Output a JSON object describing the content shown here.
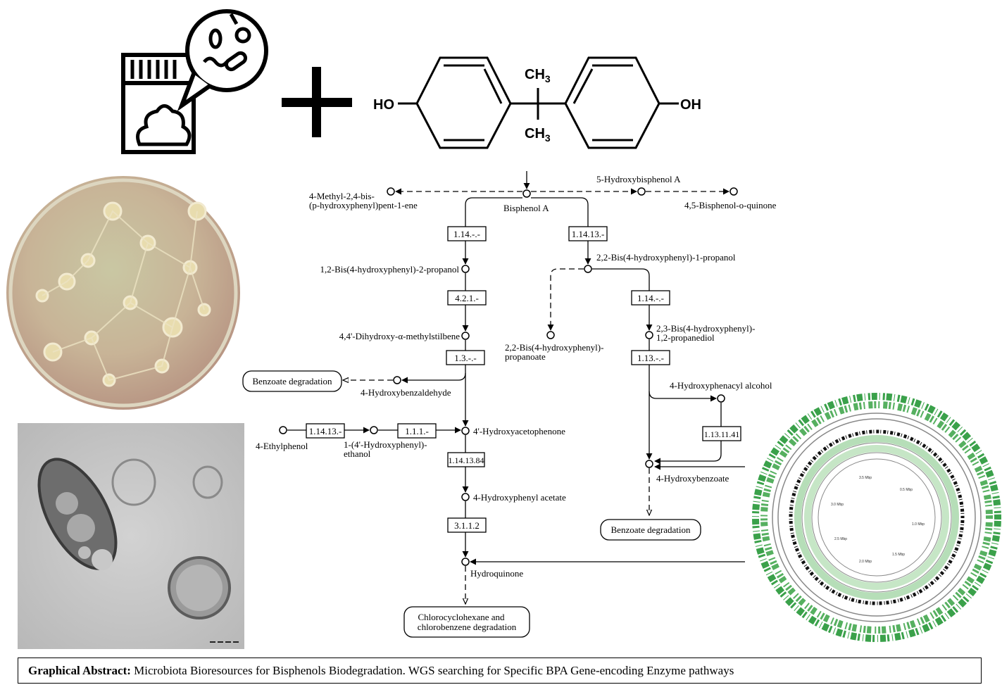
{
  "structure": {
    "left_group": "HO",
    "right_group": "OH",
    "methyl_top": "CH",
    "methyl_bottom": "CH",
    "subscript": "3"
  },
  "pathway": {
    "compounds": {
      "bisphenol_a": "Bisphenol A",
      "methyl_pentene_1": "4-Methyl-2,4-bis-",
      "methyl_pentene_2": "(p-hydroxyphenyl)pent-1-ene",
      "hydroxybisphenol": "5-Hydroxybisphenol A",
      "quinone": "4,5-Bisphenol-o-quinone",
      "bis_2_propanol": "1,2-Bis(4-hydroxyphenyl)-2-propanol",
      "stilbene": "4,4'-Dihydroxy-α-methylstilbene",
      "hydroxybenzaldehyde": "4-Hydroxybenzaldehyde",
      "bis_1_propanol": "2,2-Bis(4-hydroxyphenyl)-1-propanol",
      "propanoate_1": "2,2-Bis(4-hydroxyphenyl)-",
      "propanoate_2": "propanoate",
      "propanediol_1": "2,3-Bis(4-hydroxyphenyl)-",
      "propanediol_2": "1,2-propanediol",
      "phenacyl_alcohol": "4-Hydroxyphenacyl alcohol",
      "ethylphenol": "4-Ethylphenol",
      "phenyl_ethanol_1": "1-(4'-Hydroxyphenyl)-",
      "phenyl_ethanol_2": "ethanol",
      "acetophenone": "4'-Hydroxyacetophenone",
      "phenyl_acetate": "4-Hydroxyphenyl acetate",
      "hydroquinone": "Hydroquinone",
      "hydroxybenzoate": "4-Hydroxybenzoate"
    },
    "enzymes": {
      "e1": "1.14.-.-",
      "e2": "1.14.13.-",
      "e3": "4.2.1.-",
      "e4": "1.3.-.-",
      "e5": "1.14.-.-",
      "e6": "1.13.-.-",
      "e7": "1.13.11.41",
      "e8": "1.14.13.-",
      "e9": "1.1.1.-",
      "e10": "1.14.13.84",
      "e11": "3.1.1.2"
    },
    "maps": {
      "benzoate_left": "Benzoate degradation",
      "benzoate_right": "Benzoate degradation",
      "chloro_1": "Chlorocyclohexane and",
      "chloro_2": "chlorobenzene degradation"
    }
  },
  "genome_map": {
    "labels": [
      "3.5 Mbp",
      "0.5 Mbp",
      "3.0 Mbp",
      "1.0 Mbp",
      "2.5 Mbp",
      "1.5 Mbp",
      "2.0 Mbp"
    ],
    "accent": "#2e9e3a"
  },
  "caption": {
    "label": "Graphical Abstract:",
    "text": " Microbiota Bioresources for Bisphenols Biodegradation. WGS searching for Specific BPA Gene-encoding Enzyme pathways"
  }
}
